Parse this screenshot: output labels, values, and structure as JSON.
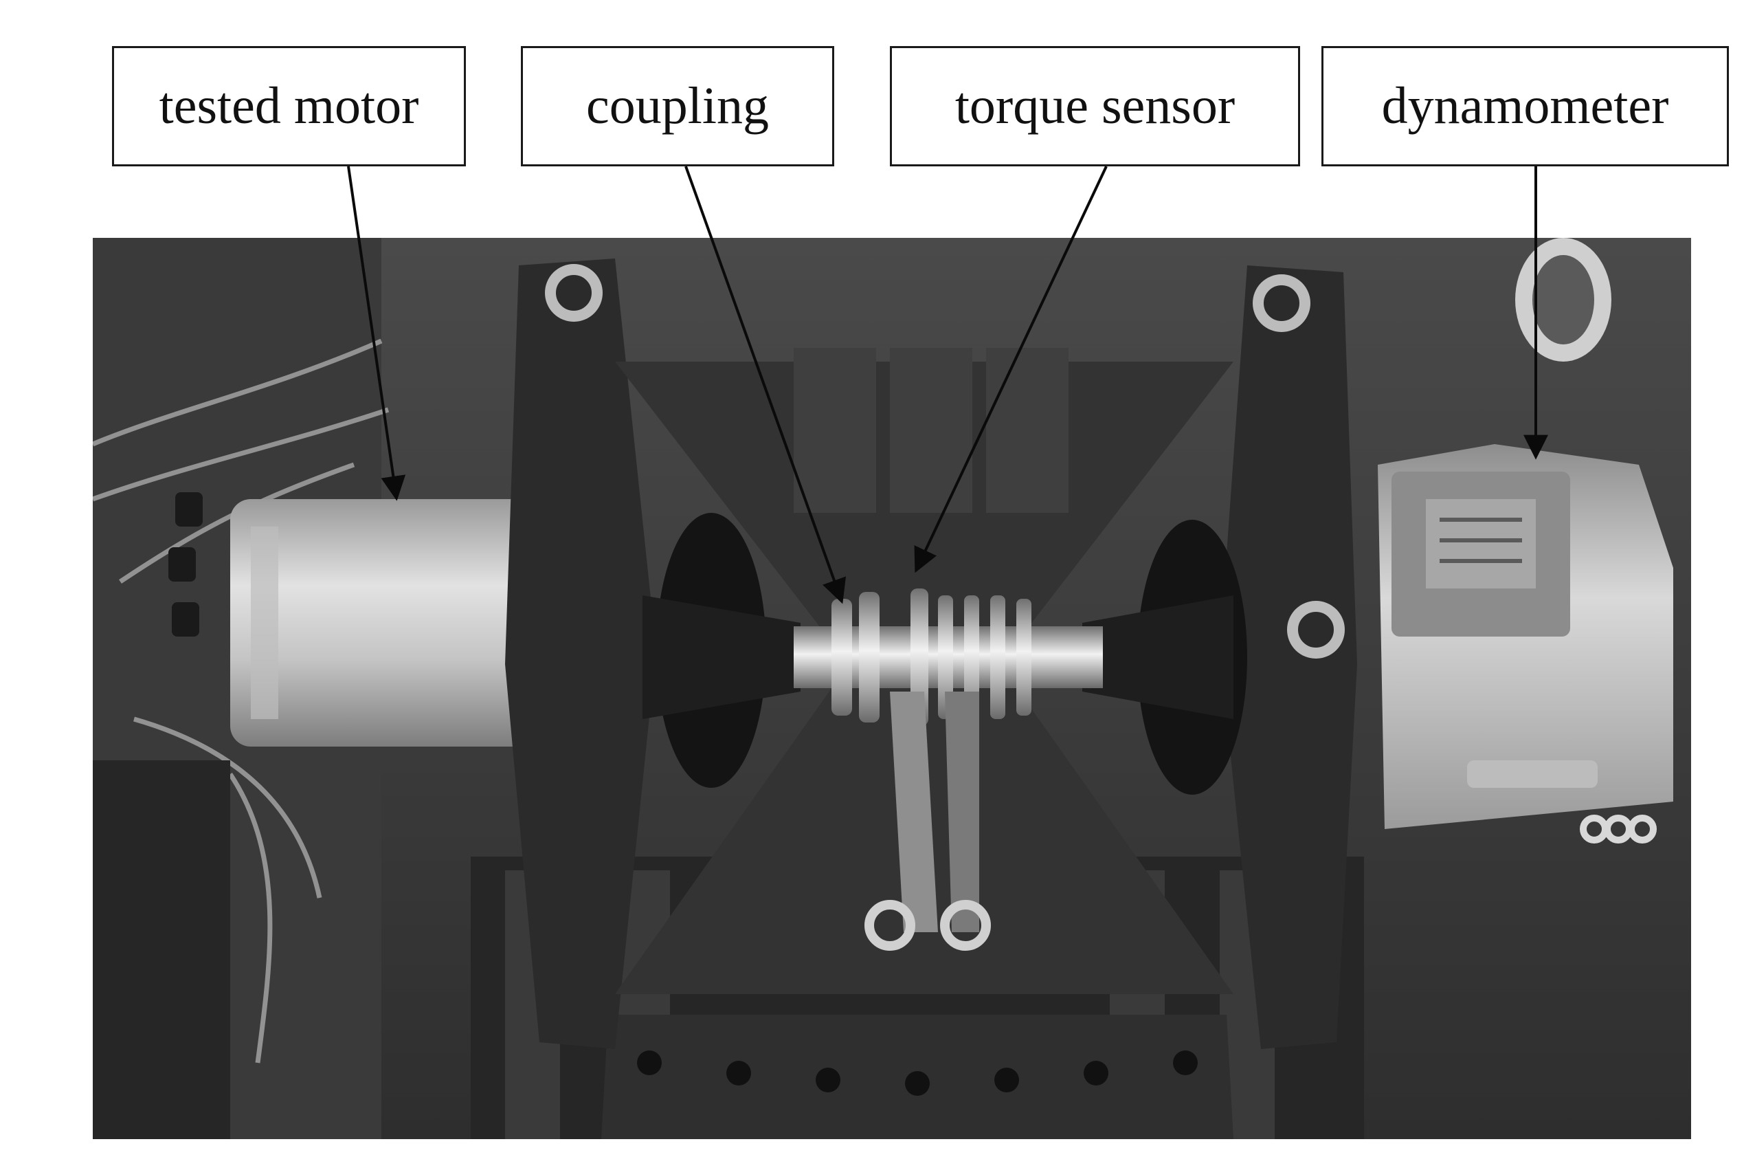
{
  "labels": {
    "tested_motor": "tested motor",
    "coupling": "coupling",
    "torque_sensor": "torque sensor",
    "dynamometer": "dynamometer"
  },
  "colors": {
    "box_border": "#1a1a1a",
    "arrow": "#0a0a0a",
    "photo_dark": "#3b3b3b",
    "photo_mid": "#6e6e6e",
    "metal_light": "#d6d6d6"
  }
}
